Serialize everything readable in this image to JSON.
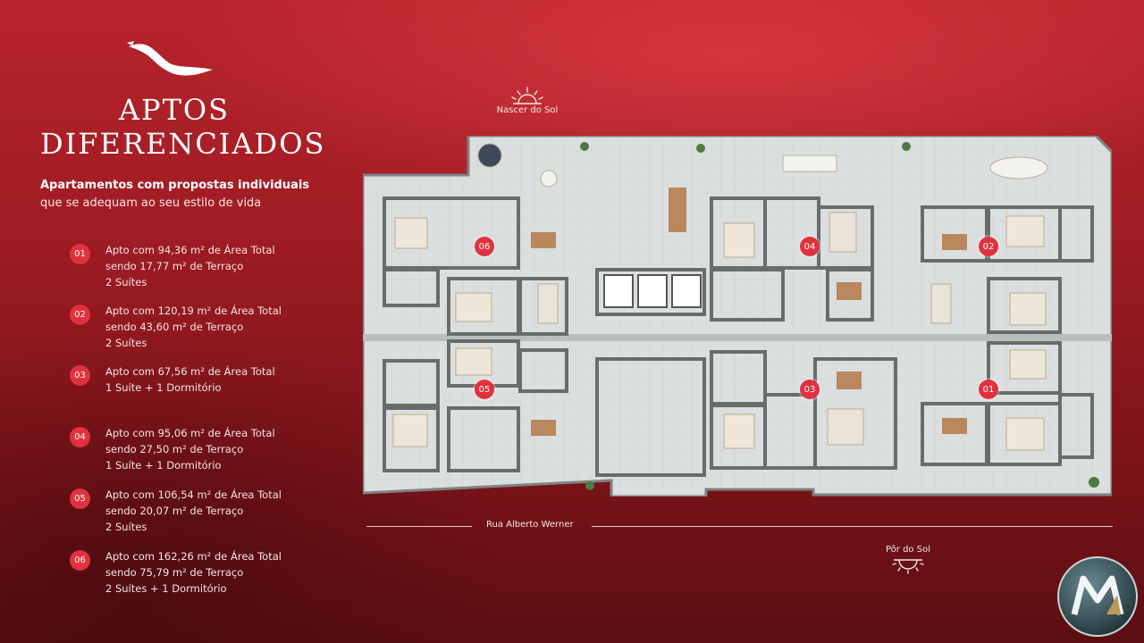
{
  "brand": {
    "icon": "heron-bird-icon"
  },
  "title": {
    "line1": "APTOS",
    "line2": "DIFERENCIADOS"
  },
  "subtitle": {
    "line1": "Apartamentos com propostas individuais",
    "line2": "que se adequam ao seu estilo de vida"
  },
  "apartments": [
    {
      "number": "01",
      "lines": [
        "Apto com 94,36 m² de Área Total",
        "sendo 17,77 m² de Terraço",
        "2 Suítes"
      ]
    },
    {
      "number": "02",
      "lines": [
        "Apto com 120,19 m² de Área Total",
        "sendo 43,60 m² de Terraço",
        "2 Suítes"
      ]
    },
    {
      "number": "03",
      "lines": [
        "Apto com 67,56 m² de Área Total",
        "1 Suíte + 1 Dormitório"
      ]
    },
    {
      "number": "04",
      "lines": [
        "Apto com 95,06 m² de Área Total",
        "sendo 27,50 m² de Terraço",
        "1 Suíte + 1 Dormitório"
      ]
    },
    {
      "number": "05",
      "lines": [
        "Apto com 106,54 m² de Área Total",
        "sendo 20,07 m² de Terraço",
        "2 Suítes"
      ]
    },
    {
      "number": "06",
      "lines": [
        "Apto com 162,26 m² de Área Total",
        "sendo 75,79 m² de Terraço",
        "2 Suítes + 1 Dormitório"
      ]
    }
  ],
  "compass": {
    "sunrise": "Nascer do Sol",
    "sunset": "Pôr do Sol"
  },
  "street": "Rua Alberto Werner",
  "plan_badges": [
    "06",
    "04",
    "02",
    "05",
    "03",
    "01"
  ],
  "colors": {
    "badge": "#e0323e",
    "background": "#a01c24",
    "plan_floor": "#d9dcdc",
    "plan_wall": "#6b706f"
  },
  "logo": {
    "icon": "m-monogram-logo"
  }
}
